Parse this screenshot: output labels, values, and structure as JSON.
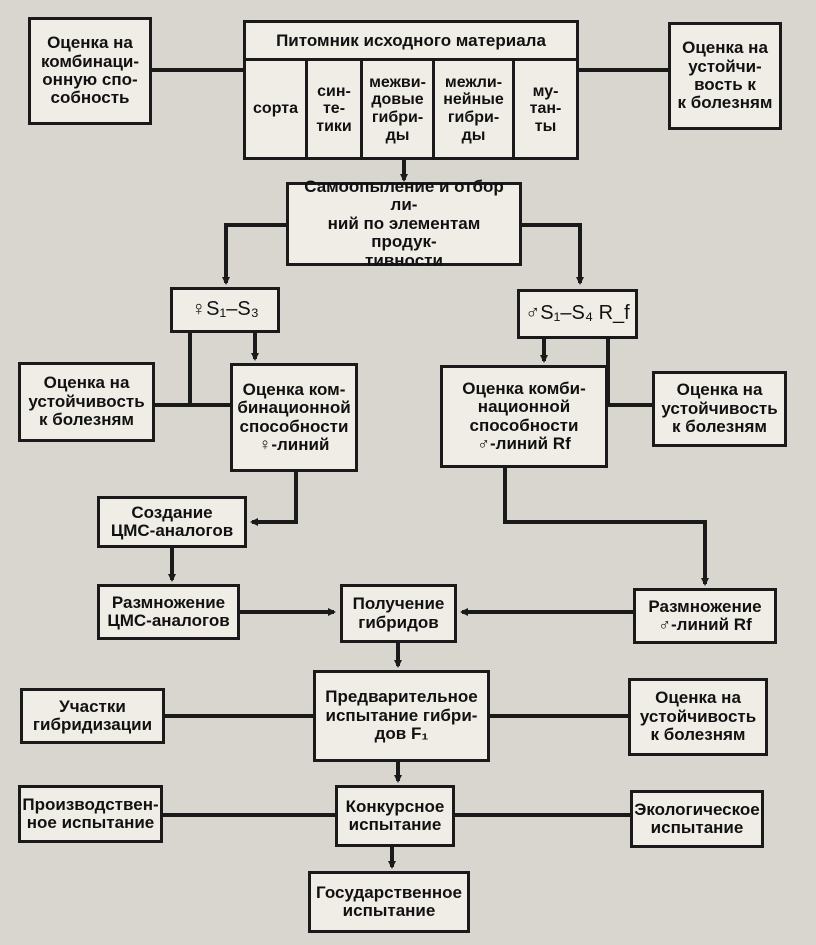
{
  "nursery": {
    "title": "Питомник исходного материала",
    "cells": [
      "сорта",
      "син-\nте-\nтики",
      "межви-\nдовые\nгибри-\nды",
      "межли-\nнейные\nгибри-\nды",
      "му-\nтан-\nты"
    ]
  },
  "boxes": {
    "eval_combining_top": "Оценка на\nкомбинаци-\nонную спо-\nсобность",
    "eval_resistance_top": "Оценка на\nустойчи-\nвость к\nк болезням",
    "selfing": "Самоопыление и отбор ли-\nний по элементам продук-\nтивности",
    "female_lines": "♀S₁–S₃",
    "male_lines": "♂S₁–S₄ R_f",
    "eval_resistance_left": "Оценка на\nустойчивость\nк болезням",
    "eval_combining_female": "Оценка ком-\nбинационной\nспособности\n♀-линий",
    "eval_combining_male": "Оценка комби-\nнационной\nспособности\n♂-линий Rf",
    "eval_resistance_right": "Оценка на\nустойчивость\nк болезням",
    "create_cms": "Создание\nЦМС-аналогов",
    "multiply_cms": "Размножение\nЦМС-аналогов",
    "get_hybrids": "Получение\nгибридов",
    "multiply_male": "Размножение\n♂-линий Rf",
    "hybridization_plots": "Участки\nгибридизации",
    "preliminary_test": "Предварительное\nиспытание гибри-\nдов F₁",
    "eval_resistance_bottom": "Оценка на\nустойчивость\nк болезням",
    "production_test": "Производствен-\nное испытание",
    "competitive_test": "Конкурсное\nиспытание",
    "ecological_test": "Экологическое\nиспытание",
    "state_test": "Государственное\nиспытание"
  }
}
